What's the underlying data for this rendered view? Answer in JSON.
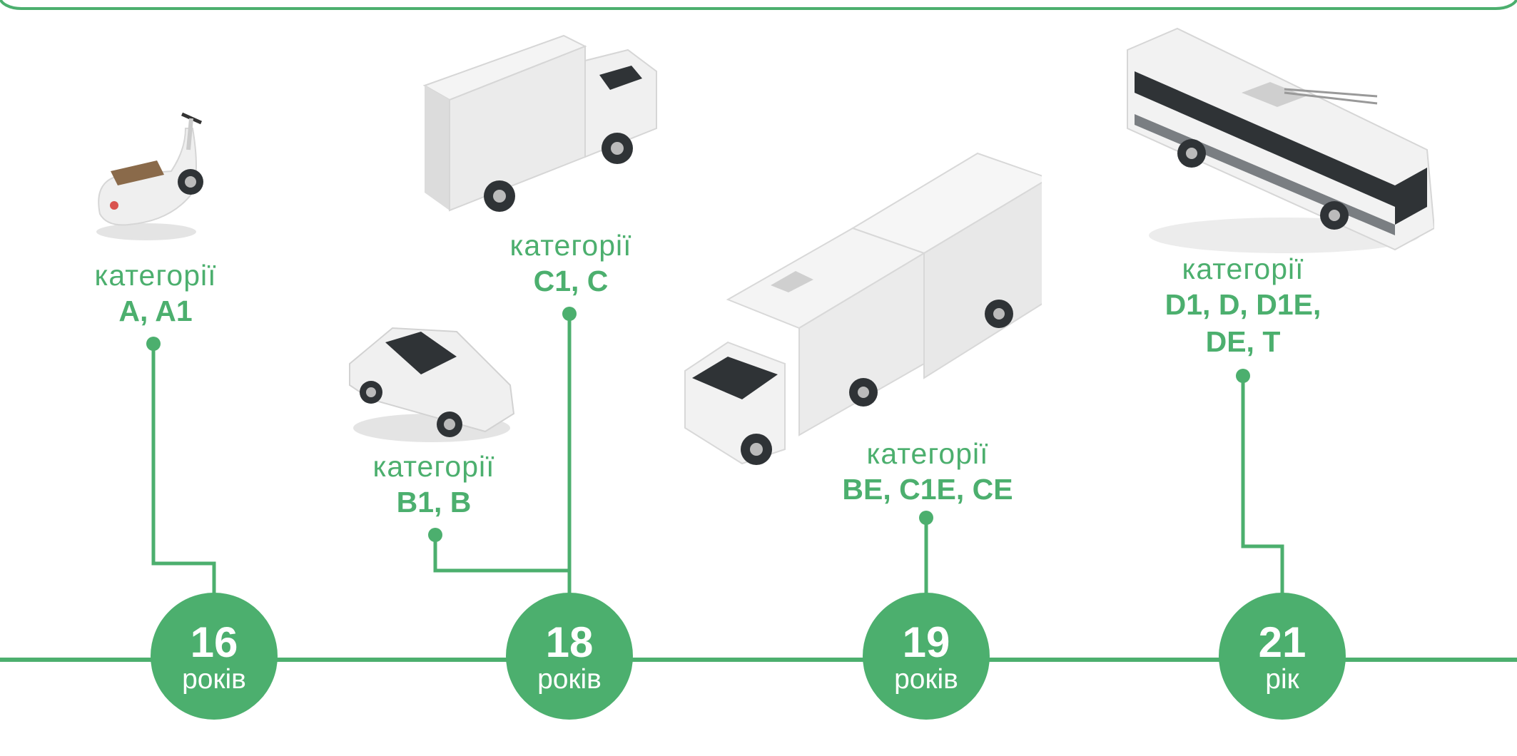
{
  "colors": {
    "accent": "#4caf6e",
    "vehicle_body": "#efefef",
    "vehicle_shadow": "#cfcfcf",
    "window": "#2f3336"
  },
  "milestones": [
    {
      "age": "16",
      "unit": "років",
      "vehicles": [
        {
          "caption": "категорії",
          "categories": "A, A1",
          "icon": "scooter-icon"
        }
      ]
    },
    {
      "age": "18",
      "unit": "років",
      "vehicles": [
        {
          "caption": "категорії",
          "categories": "B1, B",
          "icon": "car-icon"
        },
        {
          "caption": "категорії",
          "categories": "C1, C",
          "icon": "truck-icon"
        }
      ]
    },
    {
      "age": "19",
      "unit": "років",
      "vehicles": [
        {
          "caption": "категорії",
          "categories": "BE, C1E, CE",
          "icon": "truck-trailer-icon"
        }
      ]
    },
    {
      "age": "21",
      "unit": "рік",
      "vehicles": [
        {
          "caption": "категорії",
          "categories": "D1, D, D1E, DE, T",
          "icon": "trolleybus-icon"
        }
      ]
    }
  ]
}
